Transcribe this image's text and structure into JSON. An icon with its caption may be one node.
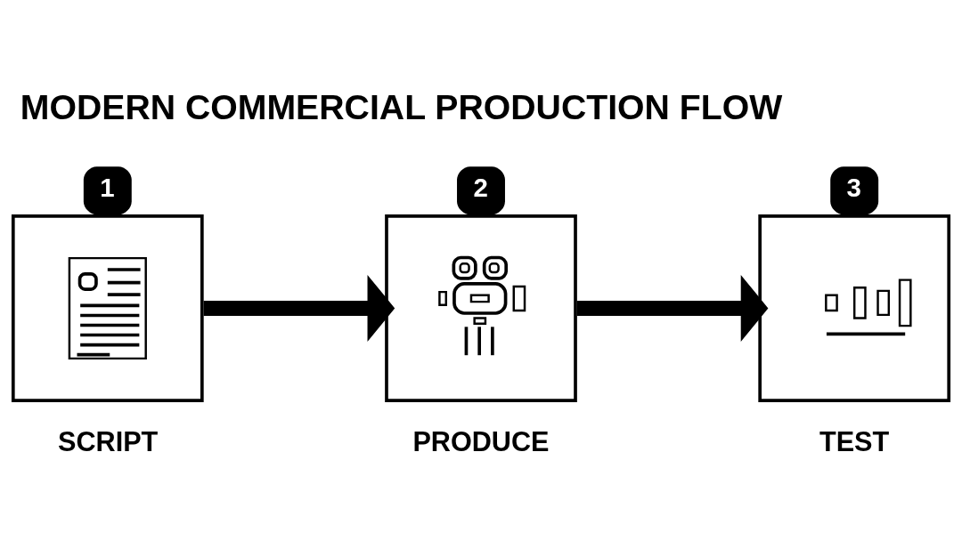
{
  "diagram": {
    "title": "MODERN COMMERCIAL PRODUCTION FLOW",
    "nodes": [
      {
        "text": [
          "1",
          "SCRIPT"
        ]
      },
      {
        "text": [
          "2",
          "PRODUCE"
        ]
      },
      {
        "text": [
          "3",
          "TEST"
        ]
      }
    ],
    "edges": [
      {
        "from": 0,
        "to": 1,
        "arrow": "to"
      },
      {
        "from": 1,
        "to": 2,
        "arrow": "to"
      }
    ]
  }
}
